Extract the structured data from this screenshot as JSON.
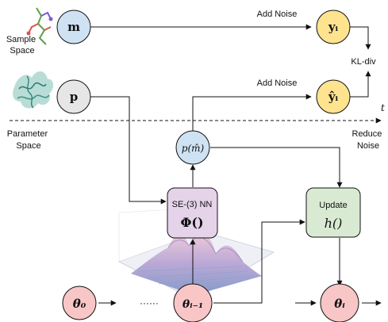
{
  "regions": {
    "sample_space": "Sample\nSpace",
    "parameter_space": "Parameter\nSpace",
    "reduce_noise": "Reduce\nNoise"
  },
  "nodes": {
    "m": "m",
    "y_i": "yᵢ",
    "y_hat_i": "ŷᵢ",
    "p": "p",
    "p_m_hat": "p(m̂)",
    "theta_0": "θ₀",
    "theta_i_minus_1": "θᵢ₋₁",
    "theta_i": "θᵢ",
    "ellipsis": "······"
  },
  "boxes": {
    "nn_title": "SE-(3) NN",
    "nn_func": "Φ()",
    "update_title": "Update",
    "update_func": "h()"
  },
  "edge_labels": {
    "add_noise_top": "Add Noise",
    "add_noise_bottom": "Add Noise",
    "kl_div": "KL-div",
    "time": "t"
  },
  "colors": {
    "blue_fill": "#cfe2f3",
    "gray_fill": "#e6e6e6",
    "pink_fill": "#f8c6c6",
    "nn_fill": "#e5d3ea",
    "update_fill": "#d9ead3"
  },
  "icons": [
    "molecule-icon",
    "protein-icon",
    "energy-landscape-icon"
  ]
}
